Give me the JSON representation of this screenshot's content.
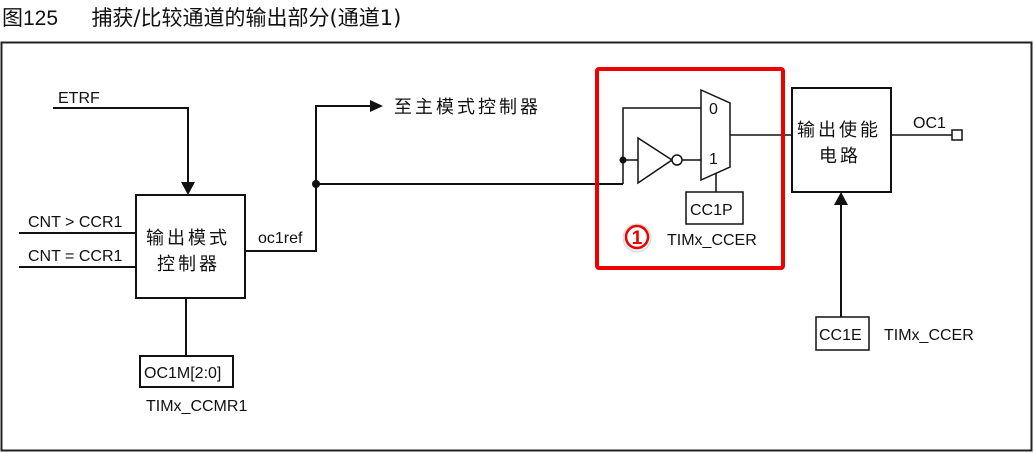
{
  "caption": {
    "figure_number": "图125",
    "title": "捕获/比较通道的输出部分(通道1)"
  },
  "signals": {
    "etrf": "ETRF",
    "cnt_gt": "CNT > CCR1",
    "cnt_eq": "CNT = CCR1",
    "oc1ref": "oc1ref",
    "to_master": "至主模式控制器",
    "oc1": "OC1"
  },
  "blocks": {
    "output_mode_controller": {
      "line1": "输出模式",
      "line2": "控制器"
    },
    "output_enable_circuit": {
      "line1": "输出使能",
      "line2": "电路"
    }
  },
  "registers": {
    "oc1m": {
      "field": "OC1M[2:0]",
      "register": "TIMx_CCMR1"
    },
    "cc1p": {
      "field": "CC1P",
      "register": "TIMx_CCER"
    },
    "cc1e": {
      "field": "CC1E",
      "register": "TIMx_CCER"
    }
  },
  "mux": {
    "input0": "0",
    "input1": "1"
  },
  "annotation": {
    "badge": "1",
    "color": "#ff0000"
  },
  "colors": {
    "line": "#111111",
    "highlight": "#ee0000"
  }
}
